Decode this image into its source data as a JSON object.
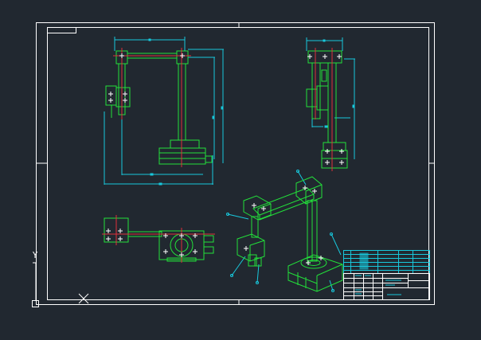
{
  "canvas": {
    "background": "#212830",
    "colors": {
      "border": "#ffffff",
      "part": "#22e03a",
      "dimension": "#18c8dc",
      "centerline": "#e0303a",
      "title_block": "#ffffff"
    }
  },
  "title_block": {
    "rows": 9,
    "cols": 6
  },
  "views": [
    "front-view",
    "side-view",
    "top-view",
    "isometric-view"
  ],
  "ucs_icon": {
    "axis_label": "Y"
  }
}
